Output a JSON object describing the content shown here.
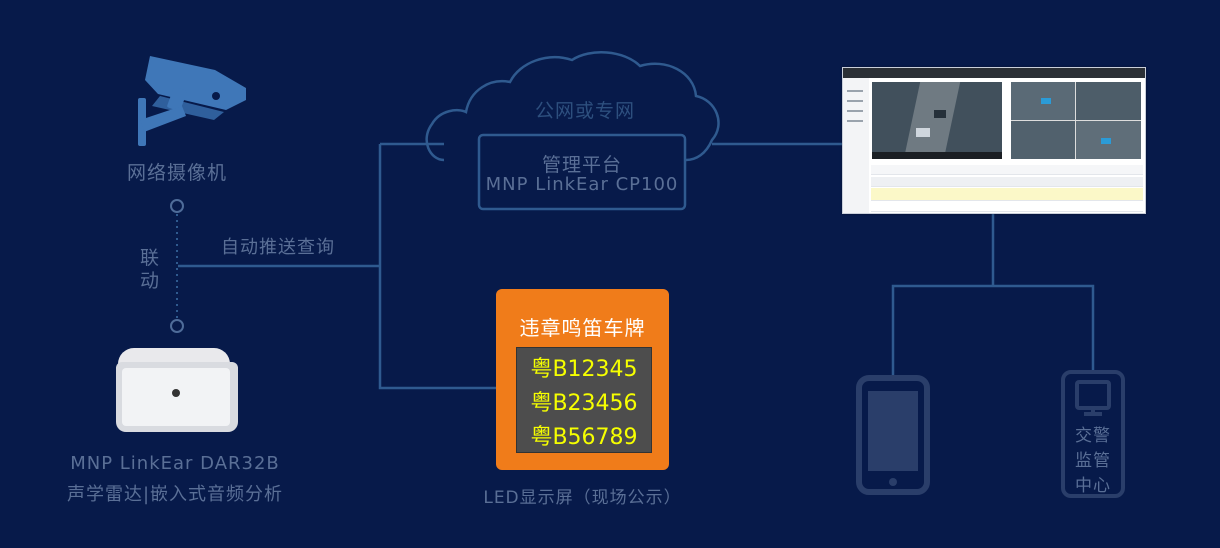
{
  "camera": {
    "label": "网络摄像机",
    "icon": "cctv-camera-icon"
  },
  "linkage": {
    "label_line1": "联",
    "label_line2": "动"
  },
  "push_label": "自动推送查询",
  "radar": {
    "model": "MNP LinkEar DAR32B",
    "desc": "声学雷达|嵌入式音频分析",
    "icon": "acoustic-radar-device-icon"
  },
  "cloud": {
    "network": "公网或专网",
    "platform_title": "管理平台",
    "platform_model": "MNP LinkEar CP100"
  },
  "led": {
    "title": "违章鸣笛车牌",
    "plates": [
      "粤B12345",
      "粤B23456",
      "粤B56789"
    ],
    "caption": "LED显示屏（现场公示）",
    "color": "#f07c1a",
    "plate_color": "#f6ff00"
  },
  "mobile": {
    "icon": "smartphone-icon"
  },
  "police": {
    "line1": "交警",
    "line2": "监管",
    "line3": "中心",
    "icon": "monitor-icon"
  },
  "colors": {
    "background": "#071a4a",
    "line": "#2f5a8f",
    "text": "#5a6f96"
  }
}
